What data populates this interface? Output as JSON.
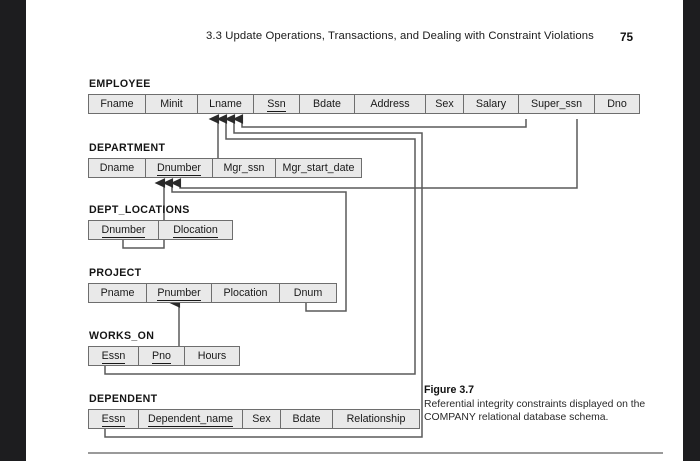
{
  "page": {
    "running_head": "3.3  Update Operations, Transactions, and Dealing with Constraint Violations",
    "page_number": "75"
  },
  "caption": {
    "title": "Figure 3.7",
    "body": "Referential integrity constraints displayed on the COMPANY relational database schema."
  },
  "schema": {
    "relations": [
      {
        "name": "EMPLOYEE",
        "attributes": [
          {
            "label": "Fname",
            "key": false
          },
          {
            "label": "Minit",
            "key": false
          },
          {
            "label": "Lname",
            "key": false
          },
          {
            "label": "Ssn",
            "key": true
          },
          {
            "label": "Bdate",
            "key": false
          },
          {
            "label": "Address",
            "key": false
          },
          {
            "label": "Sex",
            "key": false
          },
          {
            "label": "Salary",
            "key": false
          },
          {
            "label": "Super_ssn",
            "key": false
          },
          {
            "label": "Dno",
            "key": false
          }
        ]
      },
      {
        "name": "DEPARTMENT",
        "attributes": [
          {
            "label": "Dname",
            "key": false
          },
          {
            "label": "Dnumber",
            "key": true
          },
          {
            "label": "Mgr_ssn",
            "key": false
          },
          {
            "label": "Mgr_start_date",
            "key": false
          }
        ]
      },
      {
        "name": "DEPT_LOCATIONS",
        "attributes": [
          {
            "label": "Dnumber",
            "key": true
          },
          {
            "label": "Dlocation",
            "key": true
          }
        ]
      },
      {
        "name": "PROJECT",
        "attributes": [
          {
            "label": "Pname",
            "key": false
          },
          {
            "label": "Pnumber",
            "key": true
          },
          {
            "label": "Plocation",
            "key": false
          },
          {
            "label": "Dnum",
            "key": false
          }
        ]
      },
      {
        "name": "WORKS_ON",
        "attributes": [
          {
            "label": "Essn",
            "key": true
          },
          {
            "label": "Pno",
            "key": true
          },
          {
            "label": "Hours",
            "key": false
          }
        ]
      },
      {
        "name": "DEPENDENT",
        "attributes": [
          {
            "label": "Essn",
            "key": true
          },
          {
            "label": "Dependent_name",
            "key": true
          },
          {
            "label": "Sex",
            "key": false
          },
          {
            "label": "Bdate",
            "key": false
          },
          {
            "label": "Relationship",
            "key": false
          }
        ]
      }
    ],
    "foreign_keys": [
      {
        "from_relation": "EMPLOYEE",
        "from_attribute": "Super_ssn",
        "to_relation": "EMPLOYEE",
        "to_attribute": "Ssn"
      },
      {
        "from_relation": "EMPLOYEE",
        "from_attribute": "Dno",
        "to_relation": "DEPARTMENT",
        "to_attribute": "Dnumber"
      },
      {
        "from_relation": "DEPARTMENT",
        "from_attribute": "Mgr_ssn",
        "to_relation": "EMPLOYEE",
        "to_attribute": "Ssn"
      },
      {
        "from_relation": "DEPT_LOCATIONS",
        "from_attribute": "Dnumber",
        "to_relation": "DEPARTMENT",
        "to_attribute": "Dnumber"
      },
      {
        "from_relation": "PROJECT",
        "from_attribute": "Dnum",
        "to_relation": "DEPARTMENT",
        "to_attribute": "Dnumber"
      },
      {
        "from_relation": "WORKS_ON",
        "from_attribute": "Essn",
        "to_relation": "EMPLOYEE",
        "to_attribute": "Ssn"
      },
      {
        "from_relation": "WORKS_ON",
        "from_attribute": "Pno",
        "to_relation": "PROJECT",
        "to_attribute": "Pnumber"
      },
      {
        "from_relation": "DEPENDENT",
        "from_attribute": "Essn",
        "to_relation": "EMPLOYEE",
        "to_attribute": "Ssn"
      }
    ]
  },
  "style": {
    "cell_fill": "#e9e9e9",
    "cell_border": "#6e6e6e",
    "wire": "#5a5a5a",
    "text": "#191919"
  }
}
